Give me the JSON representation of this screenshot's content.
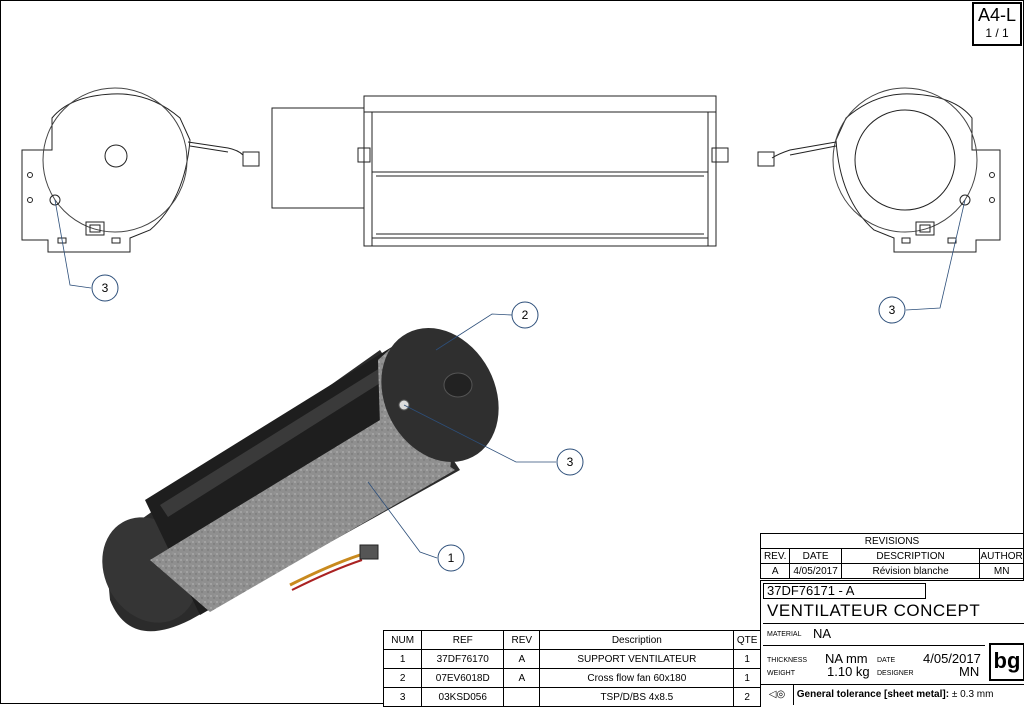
{
  "sheet": {
    "format": "A4-L",
    "page": "1 / 1"
  },
  "balloons": {
    "b1": "1",
    "b2": "2",
    "b3": "3"
  },
  "bom": {
    "headers": [
      "NUM",
      "REF",
      "REV",
      "Description",
      "QTE"
    ],
    "rows": [
      [
        "1",
        "37DF76170",
        "A",
        "SUPPORT VENTILATEUR",
        "1"
      ],
      [
        "2",
        "07EV6018D",
        "A",
        "Cross flow fan 60x180",
        "1"
      ],
      [
        "3",
        "03KSD056",
        "",
        "TSP/D/BS 4x8.5",
        "2"
      ]
    ]
  },
  "revisions": {
    "title": "REVISIONS",
    "headers": [
      "REV.",
      "DATE",
      "DESCRIPTION",
      "AUTHOR"
    ],
    "row": [
      "A",
      "4/05/2017",
      "Révision blanche",
      "MN"
    ]
  },
  "title_block": {
    "part_number": "37DF76171 - A",
    "title": "VENTILATEUR CONCEPT",
    "material_label": "MATERIAL",
    "material": "NA",
    "thickness_label": "THICKNESS",
    "thickness": "NA mm",
    "weight_label": "WEIGHT",
    "weight": "1.10 kg",
    "date_label": "DATE",
    "date": "4/05/2017",
    "designer_label": "DESIGNER",
    "designer": "MN",
    "logo": "bg",
    "tolerance_label": "General tolerance [sheet metal]:",
    "tolerance_value": "± 0.3 mm"
  }
}
